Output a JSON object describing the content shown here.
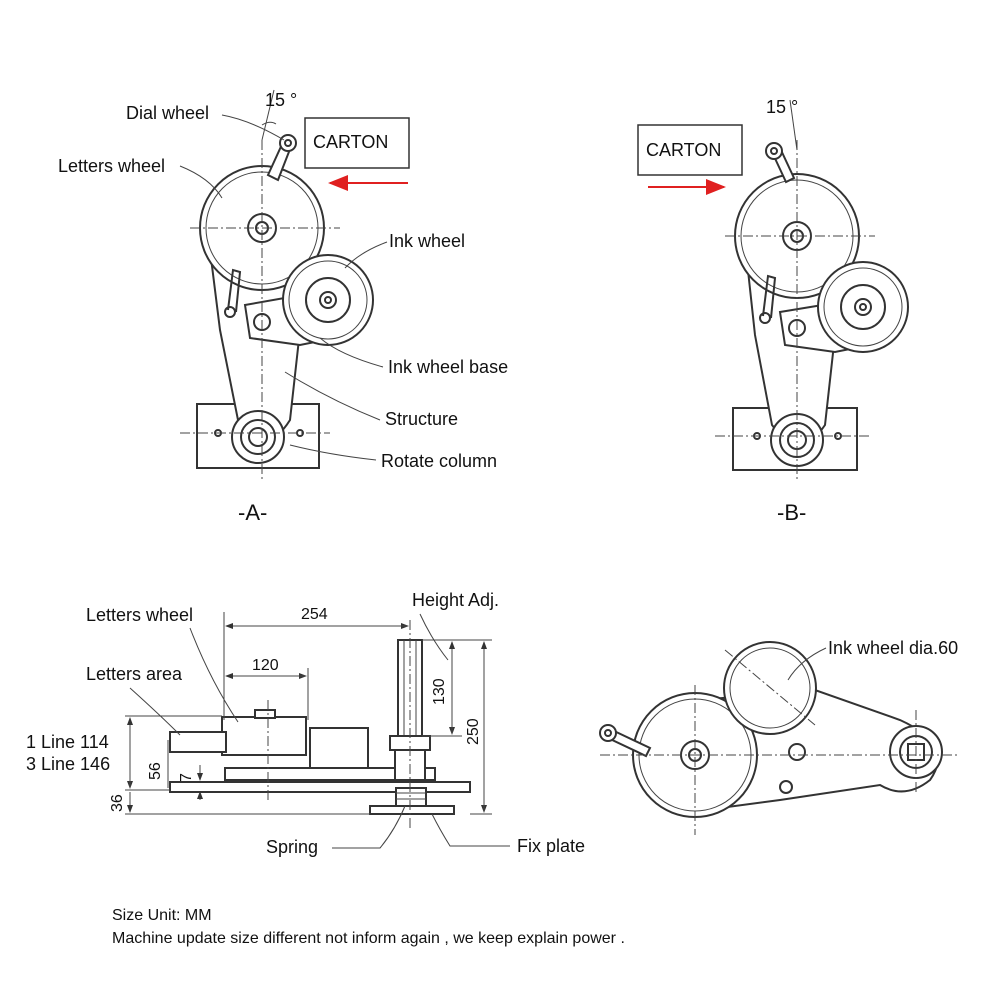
{
  "view_a": {
    "caption": "-A-",
    "angle": "15 °",
    "carton": "CARTON",
    "labels": {
      "dial_wheel": "Dial wheel",
      "letters_wheel": "Letters wheel",
      "ink_wheel": "Ink wheel",
      "ink_wheel_base": "Ink wheel base",
      "structure": "Structure",
      "rotate_column": "Rotate column"
    }
  },
  "view_b": {
    "caption": "-B-",
    "angle": "15 °",
    "carton": "CARTON"
  },
  "side_view": {
    "labels": {
      "letters_wheel": "Letters wheel",
      "letters_area": "Letters area",
      "line1": "1 Line 114",
      "line3": "3 Line 146",
      "height_adj": "Height Adj.",
      "spring": "Spring",
      "fix_plate": "Fix plate"
    },
    "dimensions": {
      "d254": "254",
      "d120": "120",
      "d130": "130",
      "d250": "250",
      "d56": "56",
      "d7": "7",
      "d36": "36"
    }
  },
  "top_view": {
    "ink_wheel_dia": "Ink wheel dia.60"
  },
  "notes": {
    "size_unit": "Size Unit: MM",
    "disclaimer": "Machine update size different not inform again , we keep explain power ."
  },
  "colors": {
    "arrow": "#e02020",
    "line": "#333333"
  }
}
